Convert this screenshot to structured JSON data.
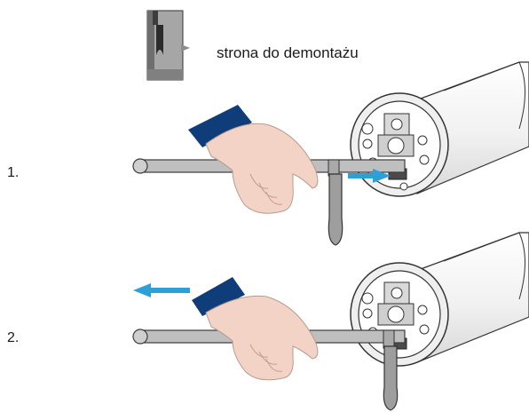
{
  "legend": {
    "text": "strona do demontażu"
  },
  "steps": [
    {
      "label": "1."
    },
    {
      "label": "2."
    }
  ],
  "colors": {
    "rod": "#bfbfbf",
    "rod_outline": "#3c3c3c",
    "arrow": "#2ea0d8",
    "sleeve": "#0f3d7a",
    "hand": "#f3d3c6",
    "tube": "#f4f4f4",
    "legend_gray": "#9a9a9a"
  },
  "icons": [
    "legend-demount-side-icon",
    "hand-icon",
    "removal-tool-icon",
    "motor-head-icon",
    "direction-arrow-icon"
  ]
}
